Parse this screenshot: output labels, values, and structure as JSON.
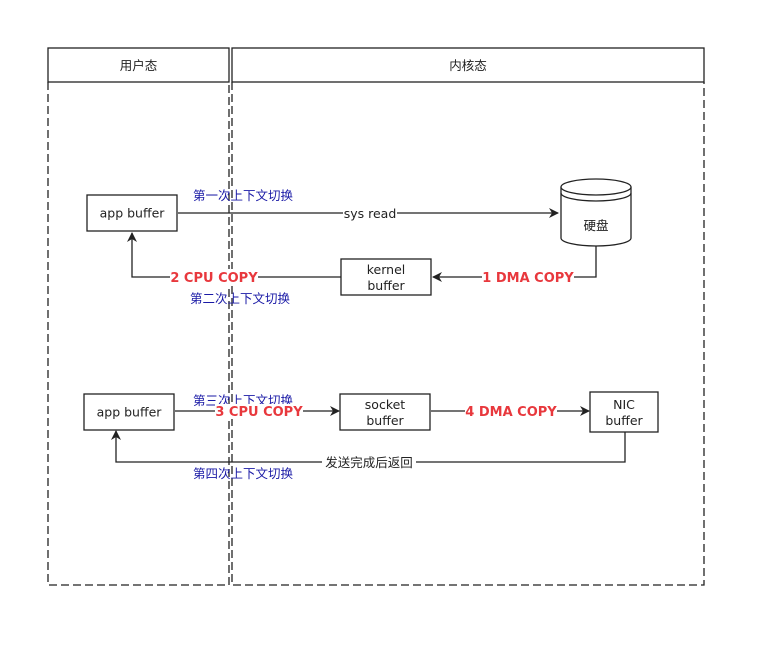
{
  "lanes": {
    "user": "用户态",
    "kernel": "内核态"
  },
  "boxes": {
    "app_buffer_top": "app buffer",
    "disk": "硬盘",
    "kernel_buffer_1": "kernel",
    "kernel_buffer_2": "buffer",
    "app_buffer_bottom": "app buffer",
    "socket_buffer_1": "socket",
    "socket_buffer_2": "buffer",
    "nic_buffer_1": "NIC",
    "nic_buffer_2": "buffer"
  },
  "labels": {
    "switch1": "第一次上下文切换",
    "sys_read": "sys read",
    "switch2": "第二次上下文切换",
    "dma_copy_1": "1 DMA COPY",
    "cpu_copy_2": "2 CPU COPY",
    "switch3": "第三次上下文切换",
    "cpu_copy_3": "3 CPU COPY",
    "dma_copy_4": "4 DMA COPY",
    "switch4": "第四次上下文切换",
    "send_return": "发送完成后返回"
  },
  "colors": {
    "highlight_red": "#e8383d",
    "label_blue": "#1a1aa6",
    "stroke": "#222222"
  }
}
